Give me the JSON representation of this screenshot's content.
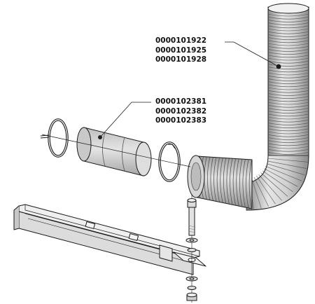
{
  "parts": {
    "hose": {
      "part_numbers": [
        "0000101922",
        "0000101925",
        "0000101928"
      ],
      "icon": "flexible-exhaust-hose-icon"
    },
    "sleeve": {
      "part_numbers": [
        "0000102381",
        "0000102382",
        "0000102383"
      ],
      "icon": "connector-sleeve-icon"
    },
    "clamps": {
      "icon": "hose-clamp-icon"
    },
    "bracket": {
      "icon": "support-bracket-icon"
    },
    "fasteners": {
      "icon": "bolt-washer-nut-icon"
    }
  },
  "colors": {
    "line": "#1a1a1a",
    "metal": "#d9d9d9",
    "metal_shade": "#a9a9a9",
    "background": "#ffffff"
  }
}
